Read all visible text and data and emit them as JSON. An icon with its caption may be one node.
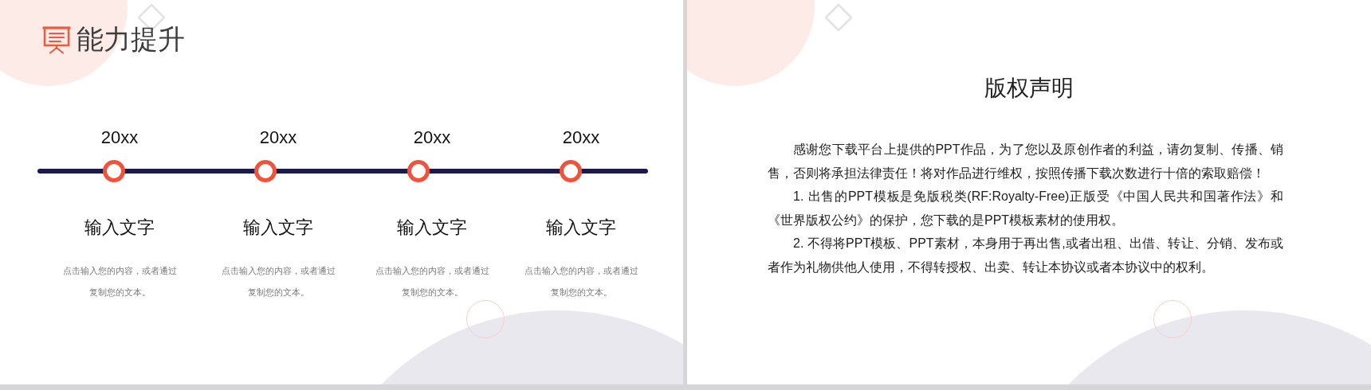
{
  "diagram": {
    "title": "能力提升",
    "nodes": [
      {
        "text": [],
        "shape": "circle",
        "beside": [
          "20xx",
          "输入文字",
          "点击输入您的内容，或者通过复制您的文本。"
        ]
      },
      {
        "text": [],
        "shape": "circle",
        "beside": [
          "20xx",
          "输入文字",
          "点击输入您的内容，或者通过复制您的文本。"
        ]
      },
      {
        "text": [],
        "shape": "circle",
        "beside": [
          "20xx",
          "输入文字",
          "点击输入您的内容，或者通过复制您的文本。"
        ]
      },
      {
        "text": [],
        "shape": "circle",
        "beside": [
          "20xx",
          "输入文字",
          "点击输入您的内容，或者通过复制您的文本。"
        ]
      }
    ],
    "labels": [
      "版权声明",
      "感谢您下载平台上提供的PPT作品，为了您以及原创作者的利益，请勿复制、传播、销售，否则将承担法律责任！将对作品进行维权，按照传播下载次数进行十倍的索取赔偿！",
      "1. 出售的PPT模板是免版税类(RF:Royalty-Free)正版受《中国人民共和国著作法》和《世界版权公约》的保护，您下载的是PPT模板素材的使用权。",
      "2. 不得将PPT模板、PPT素材，本身用于再出售,或者出租、出借、转让、分销、发布或者作为礼物供他人使用，不得转授权、出卖、转让本协议或者本协议中的权利。"
    ]
  }
}
